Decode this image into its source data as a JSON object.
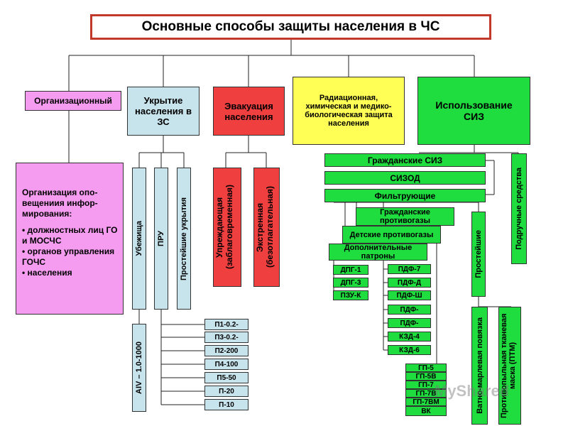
{
  "title": "Основные способы защиты населения в ЧС",
  "methods": {
    "org": "Организационный",
    "shelter": "Укрытие населения в ЗС",
    "evac": "Эвакуация населения",
    "rad": "Радиационная, химическая и медико-биологическая защита населения",
    "siz": "Использование СИЗ"
  },
  "org_detail": {
    "heading": "Организация опо-вещениия инфор-мирования:",
    "items": [
      "должностных лиц ГО и МОСЧС",
      "органов управления ГОЧС",
      "населения"
    ]
  },
  "shelter_types": [
    "Убежища",
    "ПРУ",
    "Простейшие укрытия"
  ],
  "shelter_class": "AIV – 1.0-1000",
  "pru_codes": [
    "П1-0.2-",
    "П3-0.2-",
    "П2-200",
    "П4-100",
    "П5-50",
    "П-20",
    "П-10"
  ],
  "evac_types": [
    "Упреждающая (заблаговременная)",
    "Экстренная (безотлагательная)"
  ],
  "siz_types": [
    "Гражданские СИЗ",
    "СИЗОД",
    "Фильтрующие"
  ],
  "filter_types": [
    "Гражданские противогазы",
    "Детские противогазы",
    "Дополнительные патроны"
  ],
  "patron_codes": [
    "ДПГ-1",
    "ДПГ-3",
    "ПЗУ-К"
  ],
  "child_codes": [
    "ПДФ-7",
    "ПДФ-Д",
    "ПДФ-Ш",
    "ПДФ-",
    "ПДФ-",
    "КЗД-4",
    "КЗД-6"
  ],
  "civil_codes": [
    "ГП-5",
    "ГП-5В",
    "ГП-7",
    "ГП-7В",
    "ГП-7ВМ",
    "ВК"
  ],
  "simple": "Простейшие",
  "improvised": "Подручные средства",
  "bandages": [
    "Ватно-марлевая повязка",
    "Противопыльная тканевая маска (ПТМ)"
  ],
  "watermark": "MyShared"
}
